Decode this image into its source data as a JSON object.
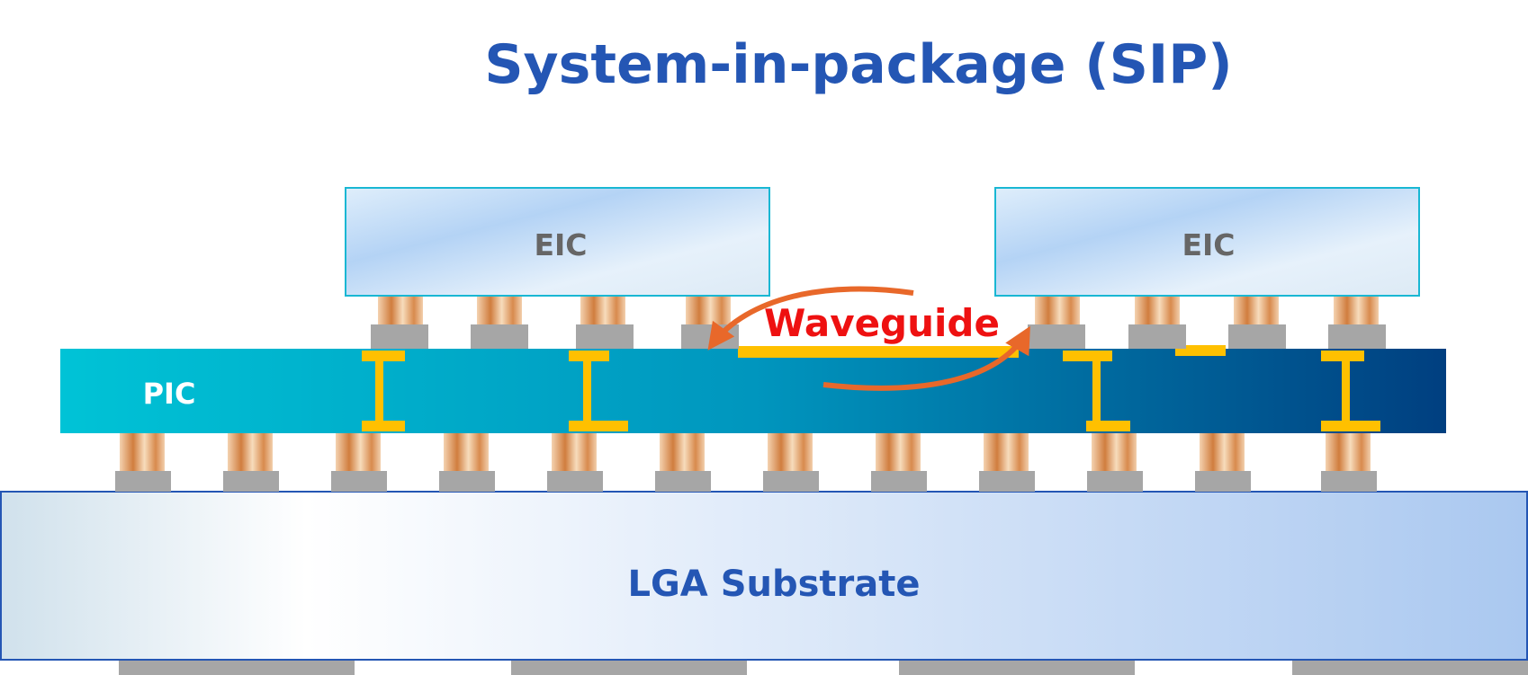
{
  "title": "System-in-package (SIP)",
  "components": {
    "eic_left": "EIC",
    "eic_right": "EIC",
    "pic": "PIC",
    "waveguide": "Waveguide",
    "substrate": "LGA Substrate"
  },
  "colors": {
    "title": "#2456b4",
    "eic_border": "#19b7d3",
    "pic_start": "#00c3d6",
    "pic_end": "#003f80",
    "via": "#ffc000",
    "bump": "#e3a067",
    "pad": "#a6a6a6",
    "waveguide_text": "#ee1111",
    "arrow": "#e8682a"
  }
}
